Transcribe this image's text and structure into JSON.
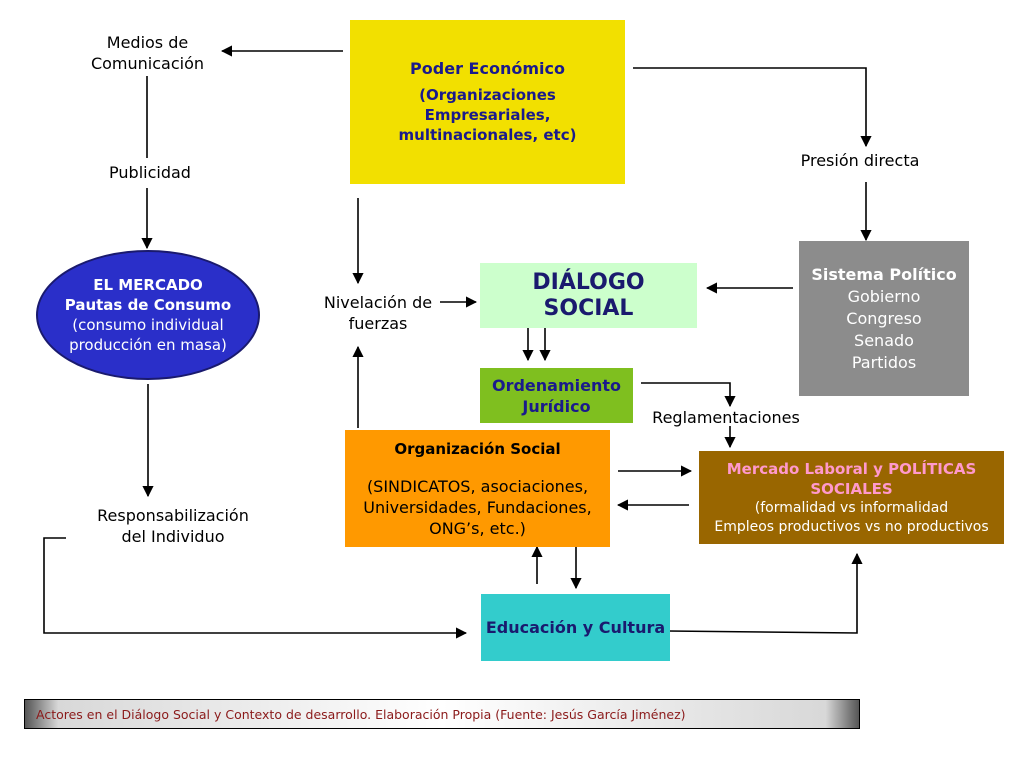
{
  "nodes": {
    "poder": {
      "title": "Poder Económico",
      "detail": "(Organizaciones Empresariales, multinacionales, etc)"
    },
    "mercado": {
      "title": "EL MERCADO",
      "subtitle": "Pautas de Consumo",
      "detail": "(consumo individual producción en masa)"
    },
    "dialogo": {
      "title": "DIÁLOGO SOCIAL"
    },
    "ordenamiento": {
      "title": "Ordenamiento Jurídico"
    },
    "sistema": {
      "title": "Sistema Político",
      "items": [
        "Gobierno",
        "Congreso",
        "Senado",
        "Partidos"
      ]
    },
    "orgsocial": {
      "title": "Organización Social",
      "detail": "(SINDICATOS, asociaciones, Universidades, Fundaciones, ONG’s, etc.)"
    },
    "laboral": {
      "title": "Mercado Laboral y POLÍTICAS SOCIALES",
      "detail1": "(formalidad vs informalidad",
      "detail2": "Empleos productivos vs no productivos"
    },
    "educacion": {
      "title": "Educación y Cultura"
    }
  },
  "labels": {
    "medios": "Medios de Comunicación",
    "publicidad": "Publicidad",
    "presion": "Presión directa",
    "nivelacion": "Nivelación de fuerzas",
    "reglamentaciones": "Reglamentaciones",
    "responsabilizacion": "Responsabilización del Individuo"
  },
  "colors": {
    "poder": "#f2e000",
    "mercado": "#2a2fc9",
    "dialogo": "#ccffcc",
    "ordenamiento": "#7fbf1f",
    "sistema": "#8c8c8c",
    "orgsocial": "#ff9900",
    "laboral": "#996600",
    "educacion": "#33cccc"
  },
  "caption": "Actores en el Diálogo Social y Contexto de desarrollo. Elaboración Propia (Fuente: Jesús García Jiménez)"
}
